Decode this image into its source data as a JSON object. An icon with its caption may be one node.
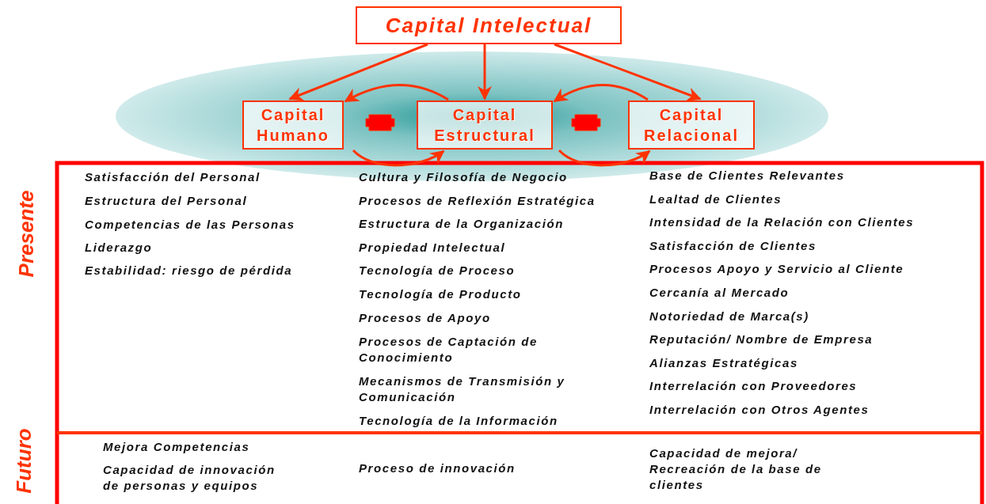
{
  "diagram": {
    "nodes": [
      {
        "text": [
          "Capital Intelectual"
        ]
      },
      {
        "text": [
          "Capital Humano"
        ]
      },
      {
        "text": [
          "Capital Estructural"
        ]
      },
      {
        "text": [
          "Capital Relacional"
        ]
      }
    ],
    "edges": [
      {
        "from": 0,
        "to": 1,
        "arrow": "to"
      },
      {
        "from": 0,
        "to": 2,
        "arrow": "to"
      },
      {
        "from": 0,
        "to": 3,
        "arrow": "to"
      },
      {
        "from": 2,
        "to": 1,
        "arrow": "to"
      },
      {
        "from": 1,
        "to": 2,
        "arrow": "to"
      },
      {
        "from": 3,
        "to": 2,
        "arrow": "to"
      },
      {
        "from": 2,
        "to": 3,
        "arrow": "to"
      }
    ],
    "labels": [
      "Presente",
      "Satisfacción del Personal",
      "Estructura del Personal",
      "Competencias de las Personas",
      "Liderazgo",
      "Estabilidad: riesgo de pérdida",
      "Cultura y Filosofía de Negocio",
      "Procesos de Reflexión Estratégica",
      "Estructura de la Organización",
      "Propiedad Intelectual",
      "Tecnología de Proceso",
      "Tecnología de Producto",
      "Procesos de Apoyo",
      "Procesos de Captación de Conocimiento",
      "Mecanismos de Transmisión y Comunicación",
      "Tecnología de la Información",
      "Base de Clientes Relevantes",
      "Lealtad de Clientes",
      "Intensidad de la Relación con Clientes",
      "Satisfacción de Clientes",
      "Procesos Apoyo y Servicio al Cliente",
      "Cercanía al Mercado",
      "Notoriedad de Marca(s)",
      "Reputación/ Nombre de Empresa",
      "Alianzas Estratégicas",
      "Interrelación con Proveedores",
      "Interrelación con Otros Agentes",
      "Futuro",
      "Mejora Competencias",
      "Capacidad de innovación de personas y equipos",
      "Proceso de innovación",
      "Capacidad de mejora/ Recreación de la base de clientes"
    ]
  }
}
